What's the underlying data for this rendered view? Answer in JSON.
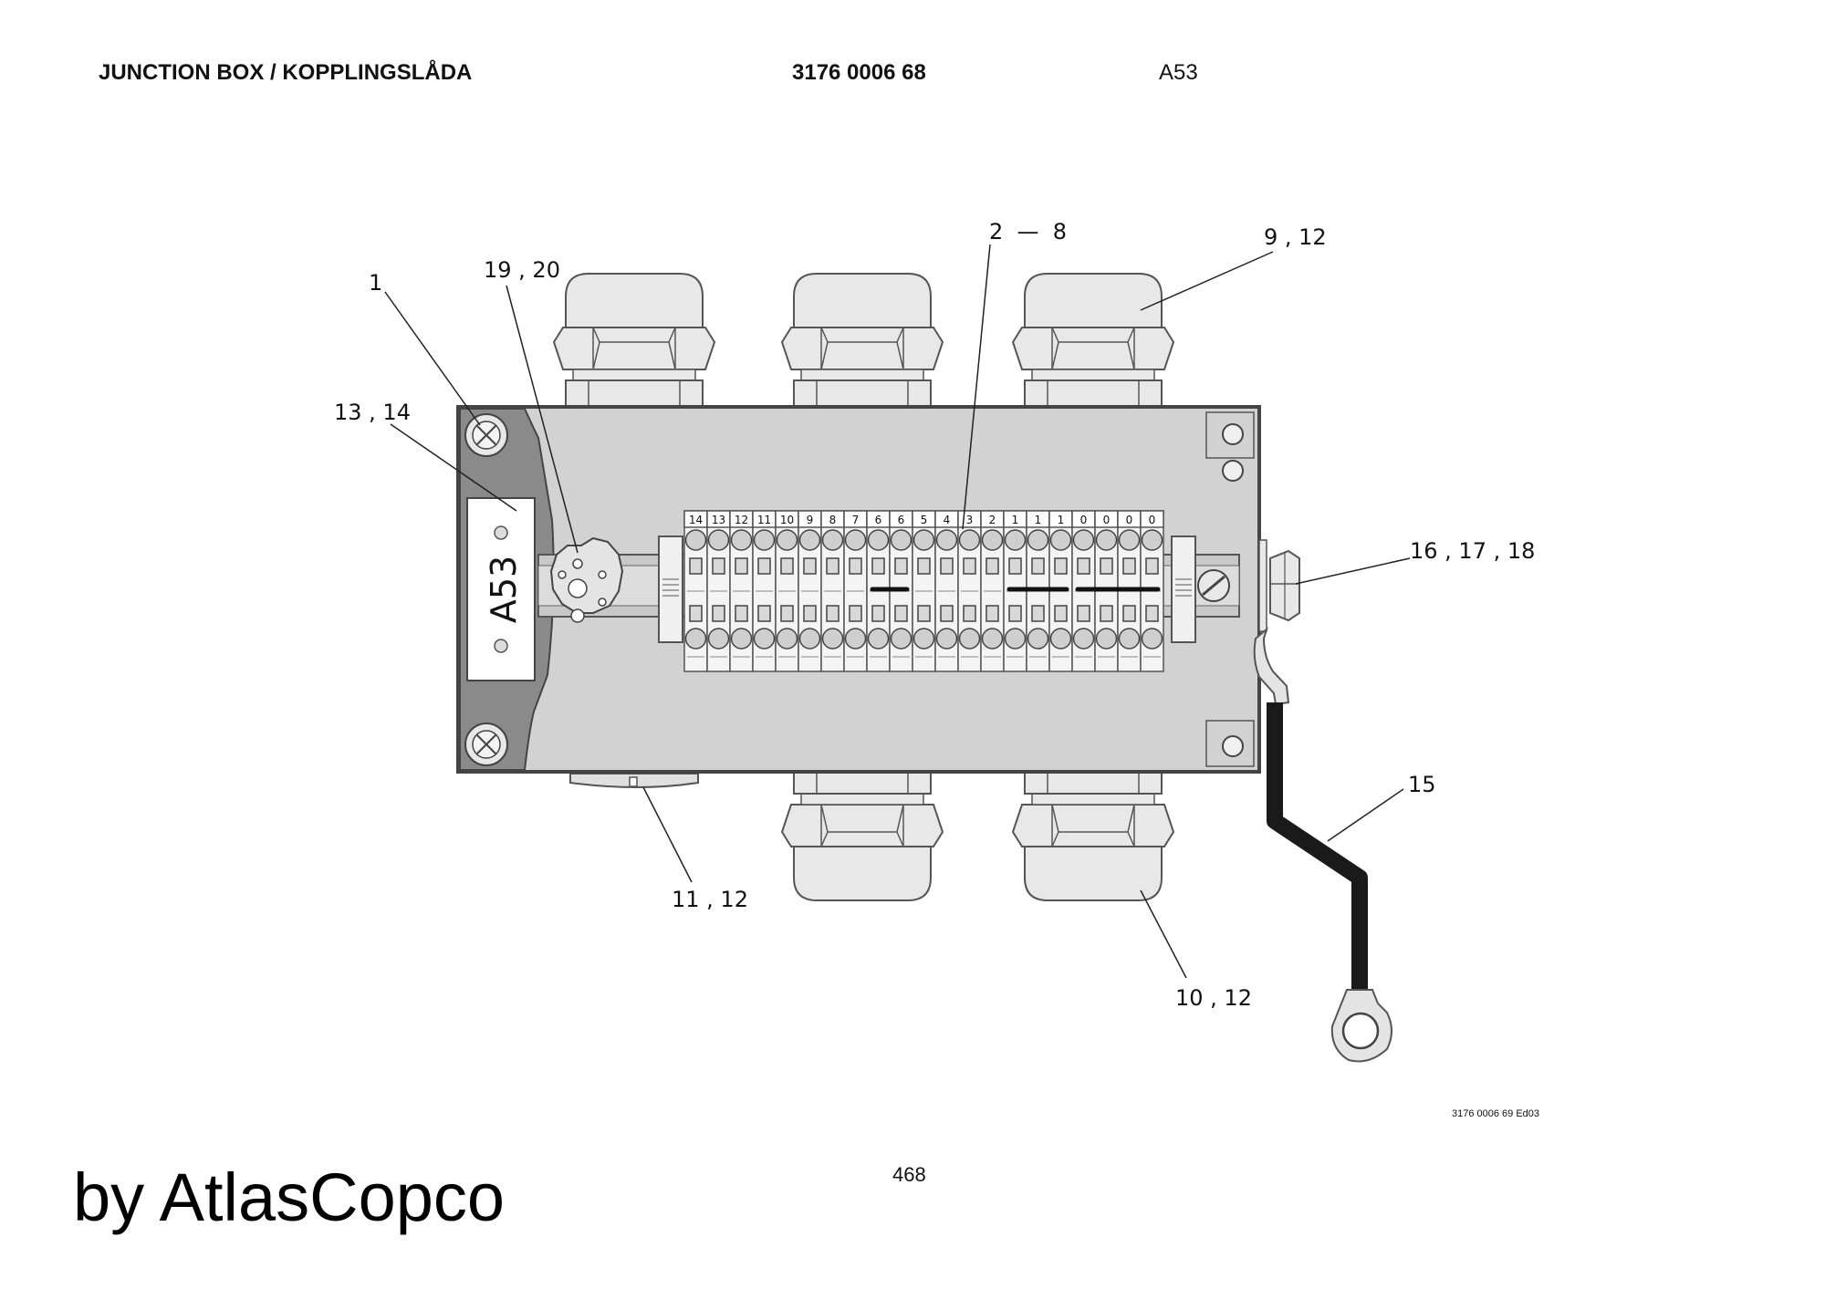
{
  "header": {
    "title": "JUNCTION BOX / KOPPLINGSLÅDA",
    "part_number": "3176 0006 68",
    "ref": "A53"
  },
  "drawing": {
    "code": "3176 0006 69 Ed03",
    "label": "A53",
    "terminals": [
      "14",
      "13",
      "12",
      "11",
      "10",
      "9",
      "8",
      "7",
      "6",
      "6",
      "5",
      "4",
      "3",
      "2",
      "1",
      "1",
      "1",
      "0",
      "0",
      "0",
      "0"
    ],
    "callouts": {
      "c1": "1",
      "c19_20": "19 , 20",
      "c2_8": "2  —  8",
      "c9_12": "9 , 12",
      "c13_14": "13 , 14",
      "c16_18": "16 , 17 , 18",
      "c15": "15",
      "c11_12": "11 , 12",
      "c10_12": "10 , 12"
    }
  },
  "footer": {
    "page": "468",
    "brand": "by AtlasCopco"
  }
}
